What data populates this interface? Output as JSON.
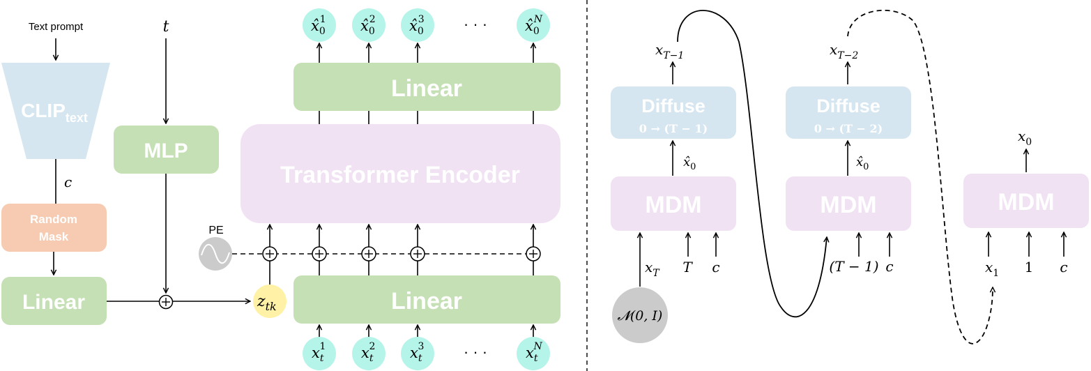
{
  "colors": {
    "green": "#c5e0b4",
    "pink": "#f0e1f3",
    "blue": "#d5e6f1",
    "orange": "#f6cbb1",
    "teal": "#b5f4e9",
    "yellow": "#fff2a6",
    "gray": "#cbcbcb",
    "line": "#000000"
  },
  "left": {
    "text_prompt": "Text prompt",
    "clip": {
      "main": "CLIP",
      "sub": "text"
    },
    "c_label": "c",
    "random_mask": {
      "line1": "Random",
      "line2": "Mask"
    },
    "linear_left": "Linear",
    "t_label": "t",
    "mlp": "MLP",
    "pe": "PE",
    "z": {
      "base": "z",
      "sub": "tk"
    },
    "transformer": "Transformer Encoder",
    "linear_top": "Linear",
    "linear_bottom": "Linear",
    "ellipsis": "· · ·",
    "outputs": [
      {
        "base": "x̂",
        "sub": "0",
        "sup": "1"
      },
      {
        "base": "x̂",
        "sub": "0",
        "sup": "2"
      },
      {
        "base": "x̂",
        "sub": "0",
        "sup": "3"
      },
      {
        "base": "x̂",
        "sub": "0",
        "sup": "N"
      }
    ],
    "inputs": [
      {
        "base": "x",
        "sub": "t",
        "sup": "1"
      },
      {
        "base": "x",
        "sub": "t",
        "sup": "2"
      },
      {
        "base": "x",
        "sub": "t",
        "sup": "3"
      },
      {
        "base": "x",
        "sub": "t",
        "sup": "N"
      }
    ]
  },
  "right": {
    "blocks": [
      {
        "mdm": "MDM",
        "diffuse": "Diffuse",
        "diffuse_range": "0 → (T − 1)",
        "xhat": {
          "base": "x̂",
          "sub": "0"
        },
        "out": {
          "base": "x",
          "sub": "T−1"
        },
        "in1": {
          "base": "x",
          "sub": "T"
        },
        "in2": "T",
        "in3": "c",
        "noise": "𝓝(0, I)"
      },
      {
        "mdm": "MDM",
        "diffuse": "Diffuse",
        "diffuse_range": "0 → (T − 2)",
        "xhat": {
          "base": "x̂",
          "sub": "0"
        },
        "out": {
          "base": "x",
          "sub": "T−2"
        },
        "in2": "(T − 1)",
        "in3": "c"
      },
      {
        "mdm": "MDM",
        "out": {
          "base": "x",
          "sub": "0"
        },
        "in1": {
          "base": "x",
          "sub": "1"
        },
        "in2": "1",
        "in3": "c"
      }
    ]
  }
}
